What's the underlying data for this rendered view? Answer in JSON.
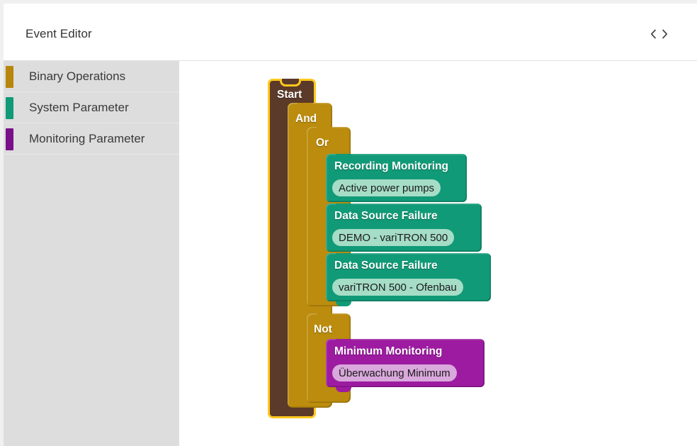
{
  "header": {
    "title": "Event Editor",
    "nav_prev_icon": "chevron-left-icon",
    "nav_next_icon": "chevron-right-icon"
  },
  "sidebar": {
    "items": [
      {
        "label": "Binary Operations",
        "color": "#b8860b"
      },
      {
        "label": "System Parameter",
        "color": "#119a77"
      },
      {
        "label": "Monitoring Parameter",
        "color": "#7a0f8a"
      }
    ]
  },
  "canvas": {
    "blocks": {
      "start": {
        "label": "Start",
        "color": "#5b3a29",
        "selected_outline": "#ffc81e"
      },
      "and": {
        "label": "And",
        "color": "#bb8c0d"
      },
      "or": {
        "label": "Or",
        "color": "#bb8c0d"
      },
      "not": {
        "label": "Not",
        "color": "#bb8c0d"
      },
      "recording_monitoring": {
        "label": "Recording Monitoring",
        "field": "Active power pumps",
        "color": "#119a77"
      },
      "data_source_failure_1": {
        "label": "Data Source Failure",
        "field": "DEMO - variTRON 500",
        "color": "#119a77"
      },
      "data_source_failure_2": {
        "label": "Data Source Failure",
        "field": "variTRON 500 - Ofenbau",
        "color": "#119a77"
      },
      "minimum_monitoring": {
        "label": "Minimum Monitoring",
        "field": "Überwachung Minimum",
        "color": "#9c1ba0"
      }
    }
  }
}
